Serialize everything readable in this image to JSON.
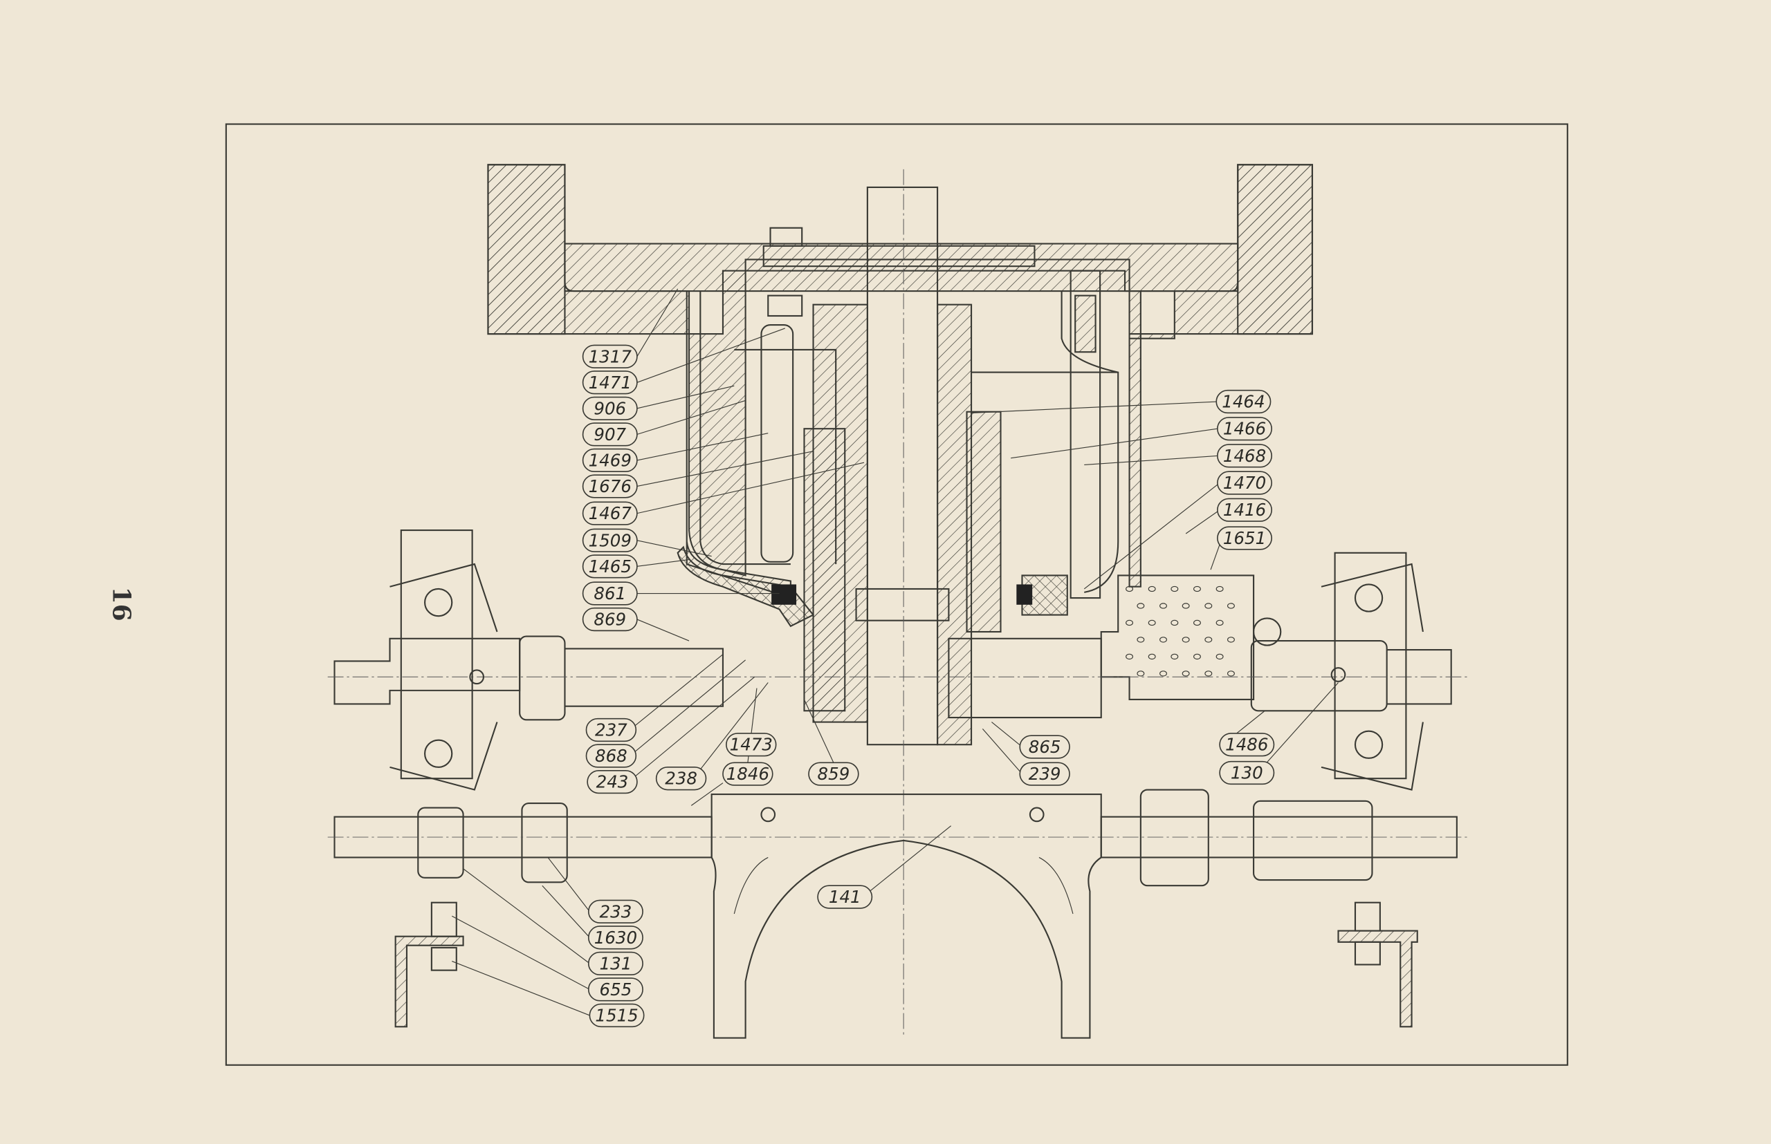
{
  "page_number": "16",
  "colors": {
    "paper": "#efe7d6",
    "ink": "#3a3a34"
  },
  "callouts": {
    "left_column": [
      "1317",
      "1471",
      "906",
      "907",
      "1469",
      "1676",
      "1467",
      "1509",
      "1465",
      "861",
      "869"
    ],
    "lower_left": [
      "237",
      "868",
      "243",
      "238",
      "1846",
      "1473",
      "859"
    ],
    "lower_center": [
      "865",
      "239"
    ],
    "right_column": [
      "1464",
      "1466",
      "1468",
      "1470",
      "1416",
      "1651"
    ],
    "lower_right": [
      "1486",
      "130"
    ],
    "fork": "141",
    "bottom_left": [
      "233",
      "1630",
      "131",
      "655",
      "1515"
    ]
  }
}
